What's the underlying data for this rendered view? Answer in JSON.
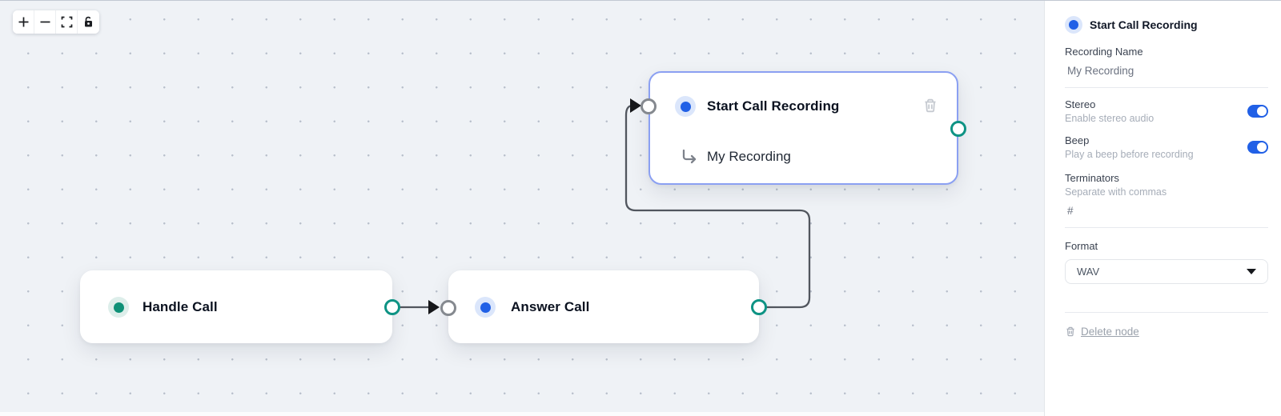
{
  "toolbar": {
    "buttons": [
      {
        "icon": "zoom-in-icon"
      },
      {
        "icon": "zoom-out-icon"
      },
      {
        "icon": "fit-view-icon"
      },
      {
        "icon": "lock-icon"
      }
    ]
  },
  "nodes": {
    "handle_call": {
      "title": "Handle Call",
      "accent": "teal"
    },
    "answer_call": {
      "title": "Answer Call",
      "accent": "blue"
    },
    "start_recording": {
      "title": "Start Call Recording",
      "subtitle": "My Recording",
      "accent": "blue",
      "selected": true
    }
  },
  "panel": {
    "header": {
      "title": "Start Call Recording"
    },
    "recording_name": {
      "label": "Recording Name",
      "value": "My Recording"
    },
    "stereo": {
      "label": "Stereo",
      "help": "Enable stereo audio",
      "on": true
    },
    "beep": {
      "label": "Beep",
      "help": "Play a beep before recording",
      "on": true
    },
    "terminators": {
      "label": "Terminators",
      "help": "Separate with commas",
      "value": "#"
    },
    "format": {
      "label": "Format",
      "value": "WAV"
    },
    "delete_label": "Delete node"
  },
  "colors": {
    "accent_teal": "#0f9177",
    "accent_blue": "#2160e6",
    "selected_border": "#8ba0f2",
    "toggle_on": "#2160e6",
    "edge": "#51565e",
    "canvas_bg": "#eff2f6"
  }
}
